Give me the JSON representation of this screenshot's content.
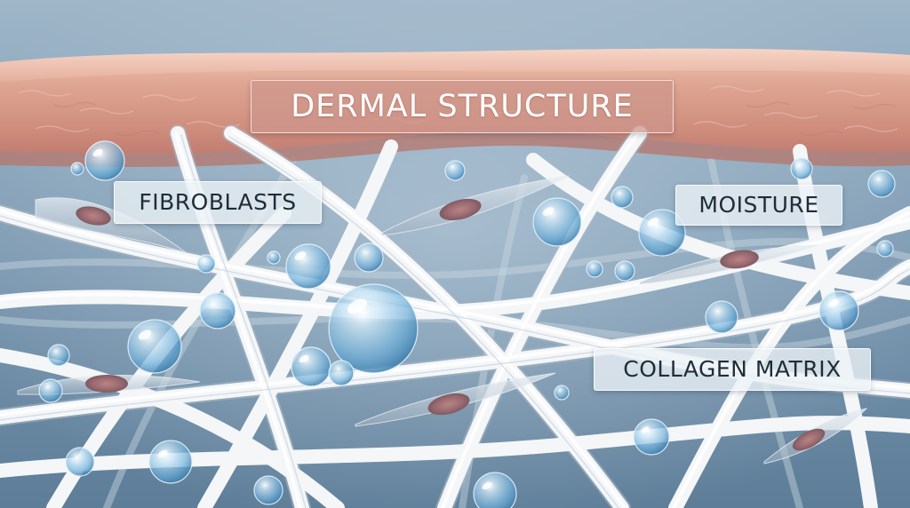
{
  "labels": {
    "title": "DERMAL STRUCTURE",
    "fibroblasts": "FIBROBLASTS",
    "moisture": "MOISTURE",
    "collagen": "COLLAGEN MATRIX"
  },
  "colors": {
    "background": "#6f8ea8",
    "skin": "#d9a291",
    "fiber": "#f4f6f8",
    "droplet": "#8fc4e6",
    "cell": "#b87c7e"
  },
  "icons": [
    "skin-layer",
    "collagen-fiber",
    "water-droplet",
    "fibroblast-cell"
  ]
}
